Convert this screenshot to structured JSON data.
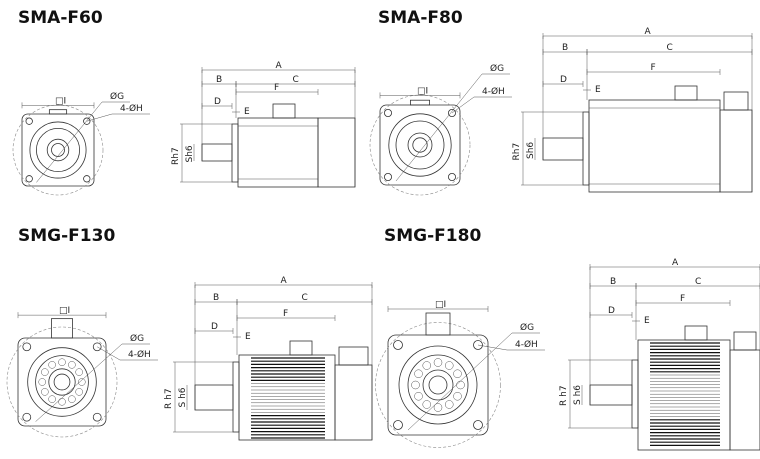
{
  "models": [
    {
      "name": "SMA-F60",
      "r_label": "Rh7",
      "s_label": "Sh6"
    },
    {
      "name": "SMA-F80",
      "r_label": "Rh7",
      "s_label": "Sh6"
    },
    {
      "name": "SMG-F130",
      "r_label": "R h7",
      "s_label": "S h6"
    },
    {
      "name": "SMG-F180",
      "r_label": "R h7",
      "s_label": "S h6"
    }
  ],
  "labels": {
    "A": "A",
    "B": "B",
    "C": "C",
    "D": "D",
    "E": "E",
    "F": "F",
    "G": "ØG",
    "H": "4-ØH",
    "I": "□I"
  }
}
